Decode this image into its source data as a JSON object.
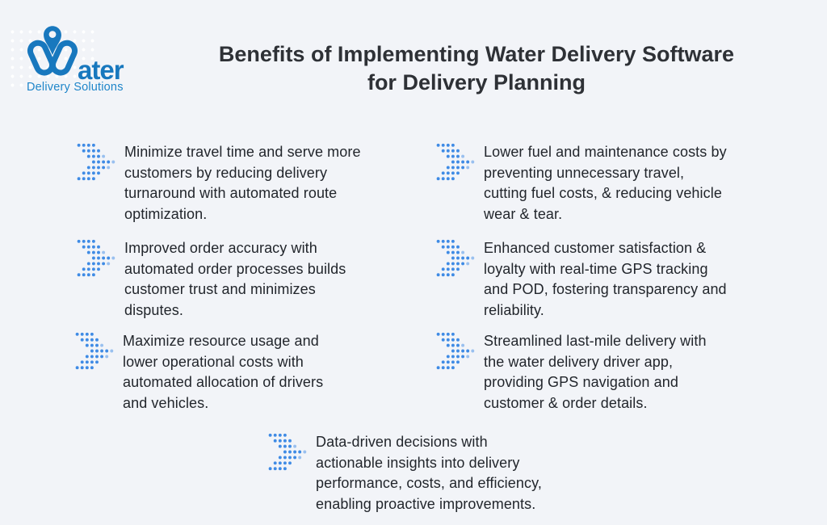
{
  "page": {
    "background": "#f2f4f8"
  },
  "logo": {
    "brand_name": "Water",
    "wordmark_suffix": "ater",
    "tagline": "Delivery Solutions",
    "mark_icon": "map-pin-w-icon",
    "color": "#1878be"
  },
  "header": {
    "title_line1": "Benefits of Implementing Water Delivery Software",
    "title_line2": "for Delivery Planning"
  },
  "benefits": [
    {
      "icon": "dotted-arrow-icon",
      "text": "Minimize travel time and serve more\ncustomers by reducing delivery\nturnaround with automated route\noptimization."
    },
    {
      "icon": "dotted-arrow-icon",
      "text": "Lower fuel and maintenance costs by\npreventing unnecessary travel,\ncutting fuel costs, & reducing vehicle\nwear & tear."
    },
    {
      "icon": "dotted-arrow-icon",
      "text": "Improved order accuracy with\nautomated order processes builds\ncustomer trust and minimizes\ndisputes."
    },
    {
      "icon": "dotted-arrow-icon",
      "text": "Enhanced customer satisfaction &\nloyalty with real-time GPS tracking\nand POD, fostering transparency and\nreliability."
    },
    {
      "icon": "dotted-arrow-icon",
      "text": "Maximize resource usage and\nlower operational costs with\nautomated allocation of drivers\nand vehicles."
    },
    {
      "icon": "dotted-arrow-icon",
      "text": "Streamlined last-mile delivery with\nthe water delivery driver app,\nproviding GPS navigation and\ncustomer & order details."
    },
    {
      "icon": "dotted-arrow-icon",
      "text": "Data-driven decisions with\nactionable insights into delivery\nperformance, costs, and efficiency,\nenabling proactive improvements."
    }
  ],
  "colors": {
    "background": "#f2f4f8",
    "logo_blue": "#1878be",
    "tagline_blue": "#1e85c9",
    "arrow_dot_blue": "#3f8be5",
    "title_text": "#2e3136",
    "body_text": "#22262c",
    "dot_pattern_white": "#ffffff"
  }
}
